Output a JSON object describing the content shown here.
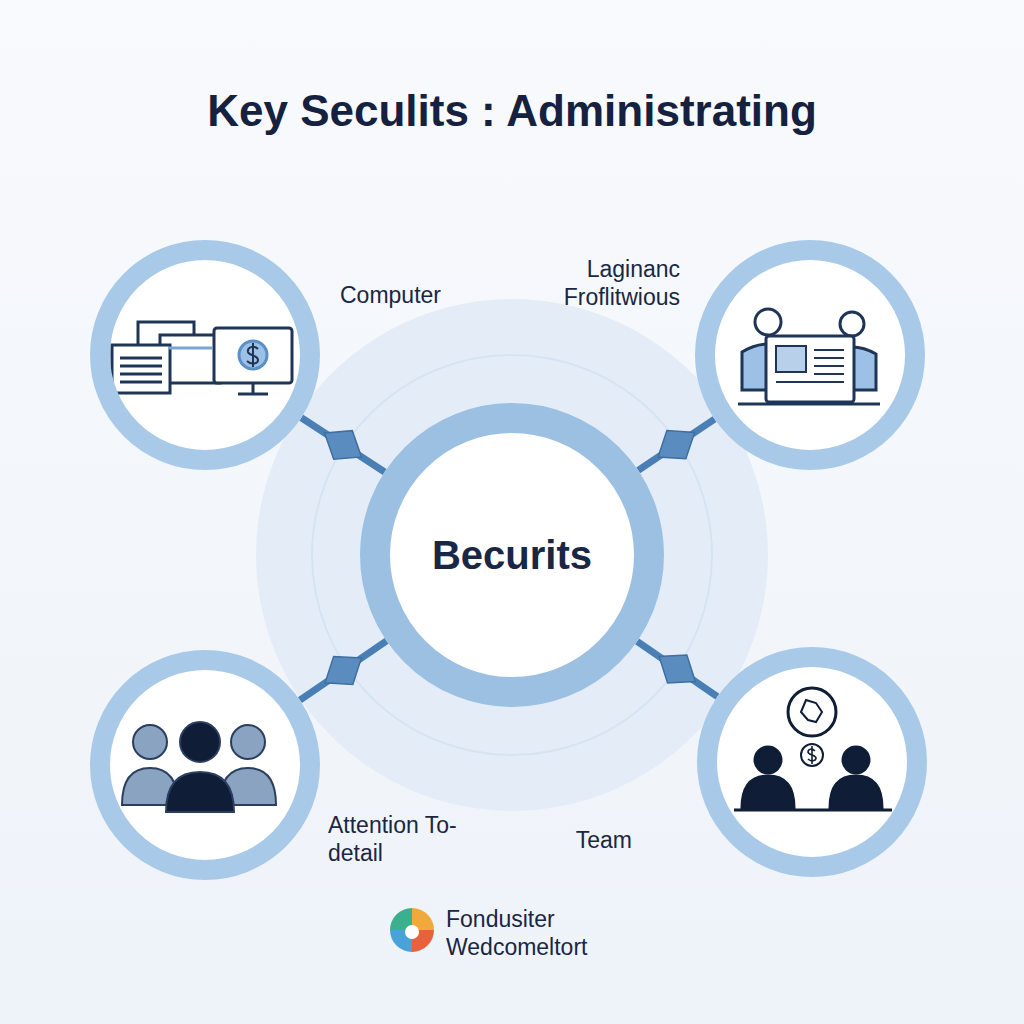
{
  "diagram": {
    "title": "Key Seculits : Administrating",
    "nodes": [
      {
        "text": [
          "Computer"
        ]
      },
      {
        "text": [
          "Laginanc Froflitwious"
        ]
      },
      {
        "text": [
          "Becurits"
        ]
      },
      {
        "text": [
          "Attention To-detail"
        ]
      },
      {
        "text": [
          "Team"
        ]
      }
    ],
    "edges": [
      {
        "from": 0,
        "to": 2,
        "arrow": "none"
      },
      {
        "from": 1,
        "to": 2,
        "arrow": "none"
      },
      {
        "from": 3,
        "to": 2,
        "arrow": "none"
      },
      {
        "from": 4,
        "to": 2,
        "arrow": "none"
      }
    ],
    "labels": [
      "Fondusiter Wedcomeltort"
    ]
  }
}
